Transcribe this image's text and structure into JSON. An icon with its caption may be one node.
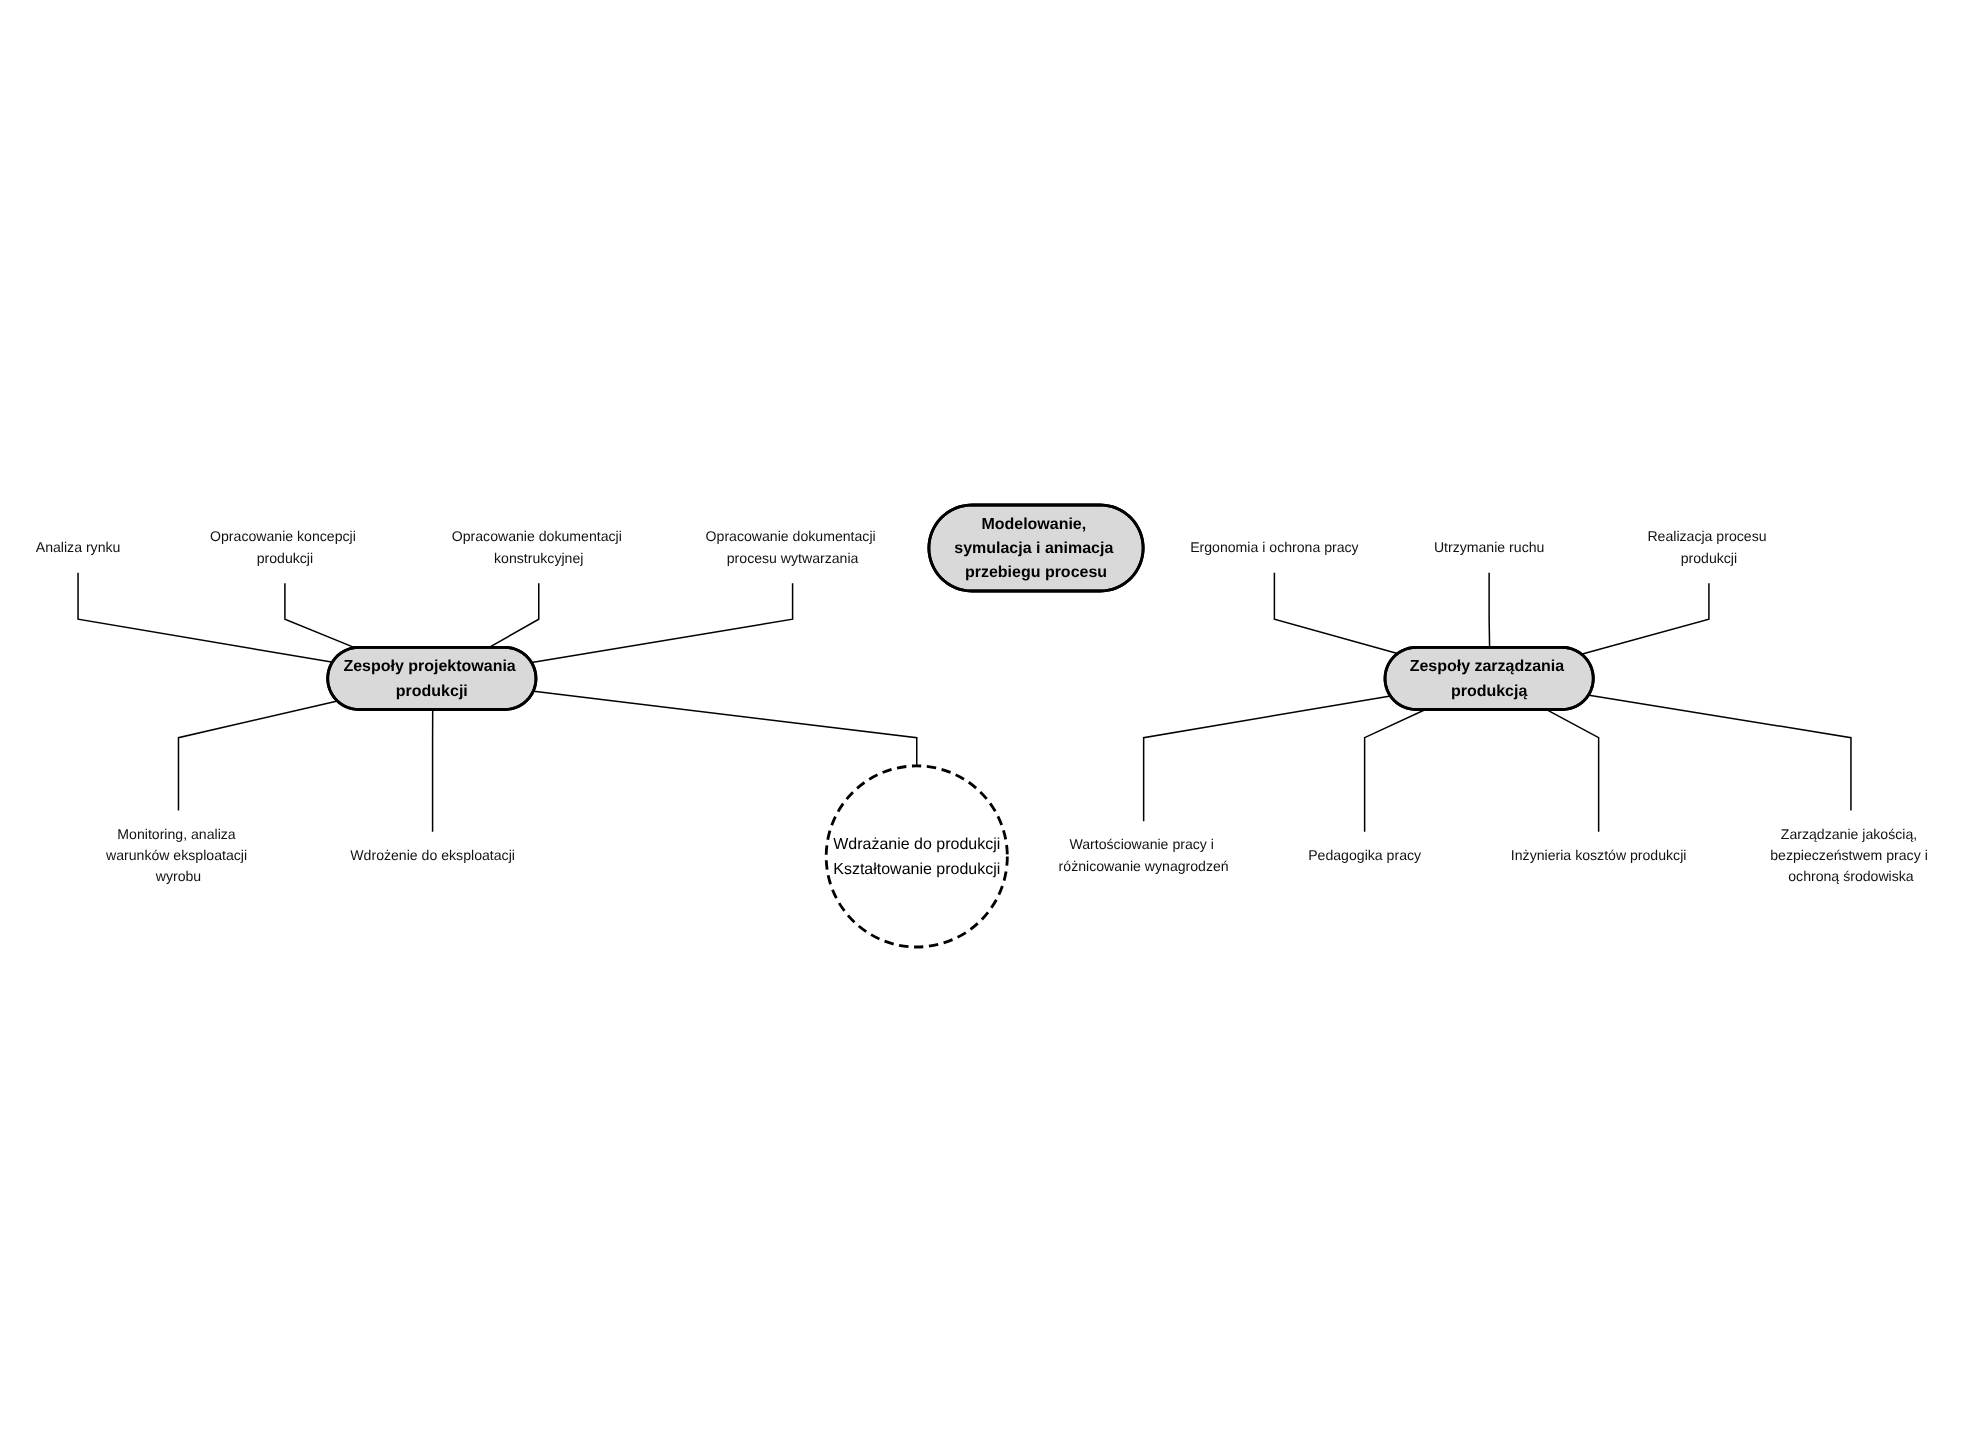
{
  "diagram": {
    "nodes": [
      {
        "text": [
          "Zespoły projektowania produkcji"
        ]
      },
      {
        "text": [
          "Analiza rynku"
        ]
      },
      {
        "text": [
          "Opracowanie koncepcji produkcji"
        ]
      },
      {
        "text": [
          "Opracowanie dokumentacji konstrukcyjnej"
        ]
      },
      {
        "text": [
          "Opracowanie dokumentacji procesu wytwarzania"
        ]
      },
      {
        "text": [
          "Monitoring, analiza warunków eksploatacji wyrobu"
        ]
      },
      {
        "text": [
          "Wdrożenie do eksploatacji"
        ]
      },
      {
        "text": [
          "Wdrażanie do produkcji",
          "Kształtowanie produkcji"
        ]
      },
      {
        "text": [
          "Modelowanie, symulacja i animacja przebiegu procesu"
        ]
      },
      {
        "text": [
          "Zespoły zarządzania produkcją"
        ]
      },
      {
        "text": [
          "Ergonomia i ochrona pracy"
        ]
      },
      {
        "text": [
          "Utrzymanie ruchu"
        ]
      },
      {
        "text": [
          "Realizacja procesu produkcji"
        ]
      },
      {
        "text": [
          "Wartościowanie pracy i różnicowanie wynagrodzeń"
        ]
      },
      {
        "text": [
          "Pedagogika pracy"
        ]
      },
      {
        "text": [
          "Inżynieria kosztów produkcji"
        ]
      },
      {
        "text": [
          "Zarządzanie jakością, bezpieczeństwem pracy i ochroną środowiska"
        ]
      }
    ],
    "edges": [
      {
        "from": 1,
        "to": 0,
        "arrow": "none"
      },
      {
        "from": 2,
        "to": 0,
        "arrow": "none"
      },
      {
        "from": 3,
        "to": 0,
        "arrow": "none"
      },
      {
        "from": 4,
        "to": 0,
        "arrow": "none"
      },
      {
        "from": 0,
        "to": 5,
        "arrow": "none"
      },
      {
        "from": 0,
        "to": 6,
        "arrow": "none"
      },
      {
        "from": 0,
        "to": 7,
        "arrow": "none"
      },
      {
        "from": 10,
        "to": 9,
        "arrow": "none"
      },
      {
        "from": 11,
        "to": 9,
        "arrow": "none"
      },
      {
        "from": 12,
        "to": 9,
        "arrow": "none"
      },
      {
        "from": 9,
        "to": 13,
        "arrow": "none"
      },
      {
        "from": 9,
        "to": 14,
        "arrow": "none"
      },
      {
        "from": 9,
        "to": 15,
        "arrow": "none"
      },
      {
        "from": 9,
        "to": 16,
        "arrow": "none"
      }
    ]
  }
}
